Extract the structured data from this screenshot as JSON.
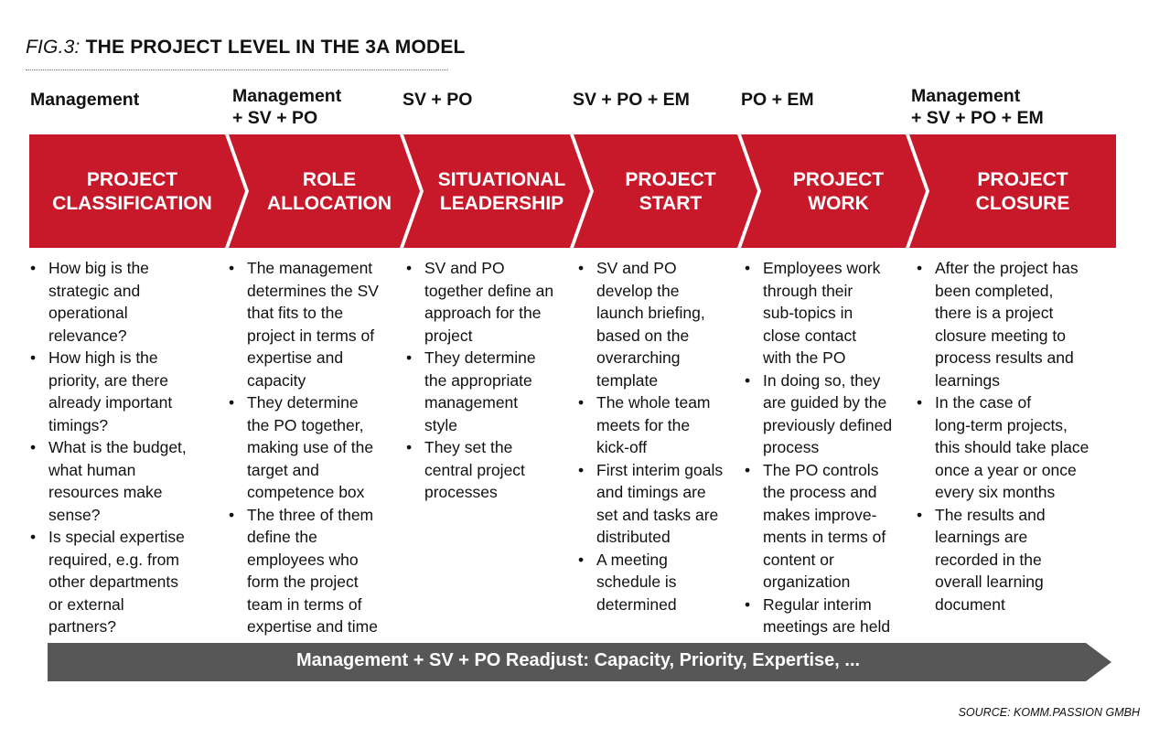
{
  "title": {
    "prefix": "FIG.3:",
    "text": "THE PROJECT LEVEL IN THE 3A MODEL"
  },
  "colors": {
    "red": "#c8192b",
    "grey": "#575757"
  },
  "phases": [
    {
      "roles": [
        "Management"
      ],
      "label": [
        "PROJECT",
        "CLASSIFICATION"
      ],
      "bullets": [
        [
          "How big is the",
          "strategic and",
          "operational",
          "relevance?"
        ],
        [
          "How high is the",
          "priority, are there",
          "already important",
          "timings?"
        ],
        [
          "What is the budget,",
          "what human",
          "resources make",
          "sense?"
        ],
        [
          "Is special expertise",
          "required, e.g. from",
          "other departments",
          "or external",
          "partners?"
        ]
      ]
    },
    {
      "roles": [
        "Management",
        "+ SV + PO"
      ],
      "label": [
        "ROLE",
        "ALLOCATION"
      ],
      "bullets": [
        [
          "The management",
          "determines the SV",
          "that fits to the",
          "project in terms of",
          "expertise and",
          "capacity"
        ],
        [
          "They determine",
          "the PO together,",
          "making use of the",
          "target and",
          "competence box"
        ],
        [
          "The three of them",
          "define the",
          "employees who",
          "form the project",
          "team in terms of",
          "expertise and time"
        ]
      ]
    },
    {
      "roles": [
        "SV + PO"
      ],
      "label": [
        "SITUATIONAL",
        "LEADERSHIP"
      ],
      "bullets": [
        [
          "SV and PO",
          "together define an",
          "approach for the",
          "project"
        ],
        [
          "They determine",
          "the appropriate",
          "management",
          "style"
        ],
        [
          "They set the",
          "central project",
          "processes"
        ]
      ]
    },
    {
      "roles": [
        "SV + PO + EM"
      ],
      "label": [
        "PROJECT",
        "START"
      ],
      "bullets": [
        [
          "SV and PO",
          "develop the",
          "launch briefing,",
          "based on the",
          "overarching",
          "template"
        ],
        [
          "The whole team",
          "meets for the",
          "kick-off"
        ],
        [
          "First interim goals",
          "and timings are",
          "set and tasks are",
          "distributed"
        ],
        [
          "A meeting",
          "schedule is",
          "determined"
        ]
      ]
    },
    {
      "roles": [
        "PO + EM"
      ],
      "label": [
        "PROJECT",
        "WORK"
      ],
      "bullets": [
        [
          "Employees work",
          "through their",
          "sub-topics in",
          "close contact",
          "with the PO"
        ],
        [
          "In doing so, they",
          "are guided by the",
          "previously defined",
          "process"
        ],
        [
          "The PO controls",
          "the process and",
          "makes improve-",
          "ments in terms of",
          "content or",
          "organization"
        ],
        [
          "Regular interim",
          "meetings are held"
        ]
      ]
    },
    {
      "roles": [
        "Management",
        "+ SV + PO + EM"
      ],
      "label": [
        "PROJECT",
        "CLOSURE"
      ],
      "bullets": [
        [
          "After the project has",
          "been completed,",
          "there is a project",
          "closure meeting to",
          "process results and",
          "learnings"
        ],
        [
          "In the case of",
          "long-term projects,",
          "this should take place",
          "once a year or once",
          "every six months"
        ],
        [
          "The results and",
          "learnings are",
          "recorded in the",
          "overall learning",
          "document"
        ]
      ]
    }
  ],
  "bottom_arrow": "Management + SV + PO Readjust: Capacity, Priority, Expertise, ...",
  "source": "SOURCE: KOMM.PASSION GMBH"
}
